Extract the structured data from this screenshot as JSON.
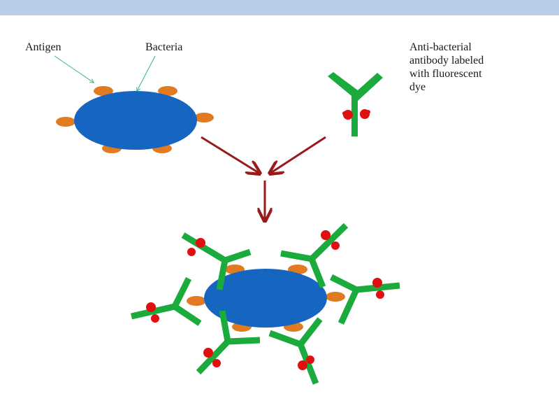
{
  "labels": {
    "antigen": "Antigen",
    "bacteria": "Bacteria",
    "antibody": "Anti-bacterial\nantibody labeled\nwith fluorescent\ndye"
  },
  "colors": {
    "top_band": "#b8cde6",
    "bacteria": "#1665c1",
    "antigen": "#e07b22",
    "antibody": "#1aab3c",
    "dye": "#e01010",
    "arrow": "#9a1a1a",
    "pointer": "#2fb58a"
  }
}
